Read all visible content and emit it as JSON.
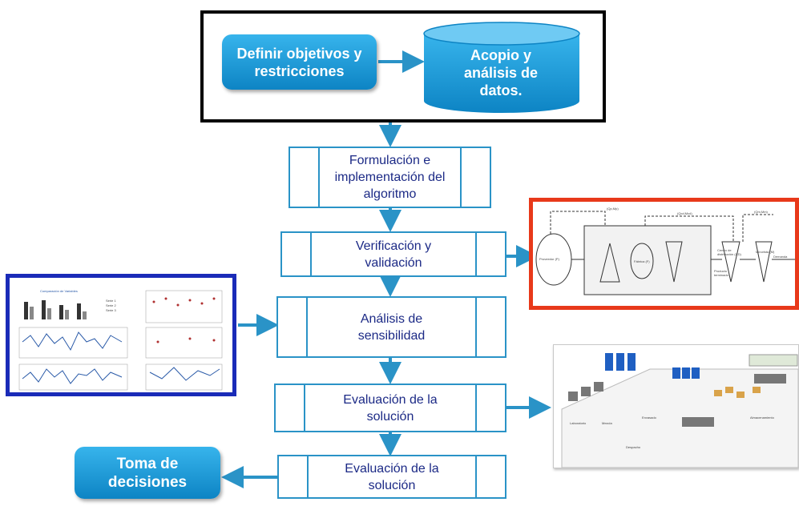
{
  "top_section": {
    "objectives_label": "Definir objetivos y restricciones",
    "data_label": "Acopio y análisis de datos."
  },
  "steps": [
    {
      "label": "Formulación e implementación del algoritmo"
    },
    {
      "label": "Verificación y validación"
    },
    {
      "label": "Análisis de sensibilidad"
    },
    {
      "label": "Evaluación de la solución"
    },
    {
      "label": "Evaluación de la solución"
    }
  ],
  "decision_label": "Toma de decisiones",
  "colors": {
    "process_border": "#2a93c7",
    "process_text": "#1c2a86",
    "arrow": "#2a93c7",
    "button_top": "#37b4ec",
    "button_bottom": "#0d84c4",
    "red_frame": "#e8391a",
    "blue_frame": "#1a2bb8"
  },
  "supply_chain_thumbnail": {
    "labels": [
      "Proveedor (P)",
      "Fábrica (F)",
      "Centro de distribución (CD)",
      "Minorista (M)",
      "Demanda",
      "Producto terminado",
      "(Qp,Mp)",
      "(Qcd,Mcd)",
      "(Qm,Mm)"
    ]
  },
  "charts_thumbnail": {
    "title": "Comparación de Variables",
    "legend": [
      "Serie 1",
      "Serie 2",
      "Serie 3"
    ]
  },
  "plant_thumbnail": {
    "labels": [
      "Laboratorio",
      "Mezcla",
      "Envasado",
      "Almacenamiento",
      "Despacho"
    ]
  }
}
